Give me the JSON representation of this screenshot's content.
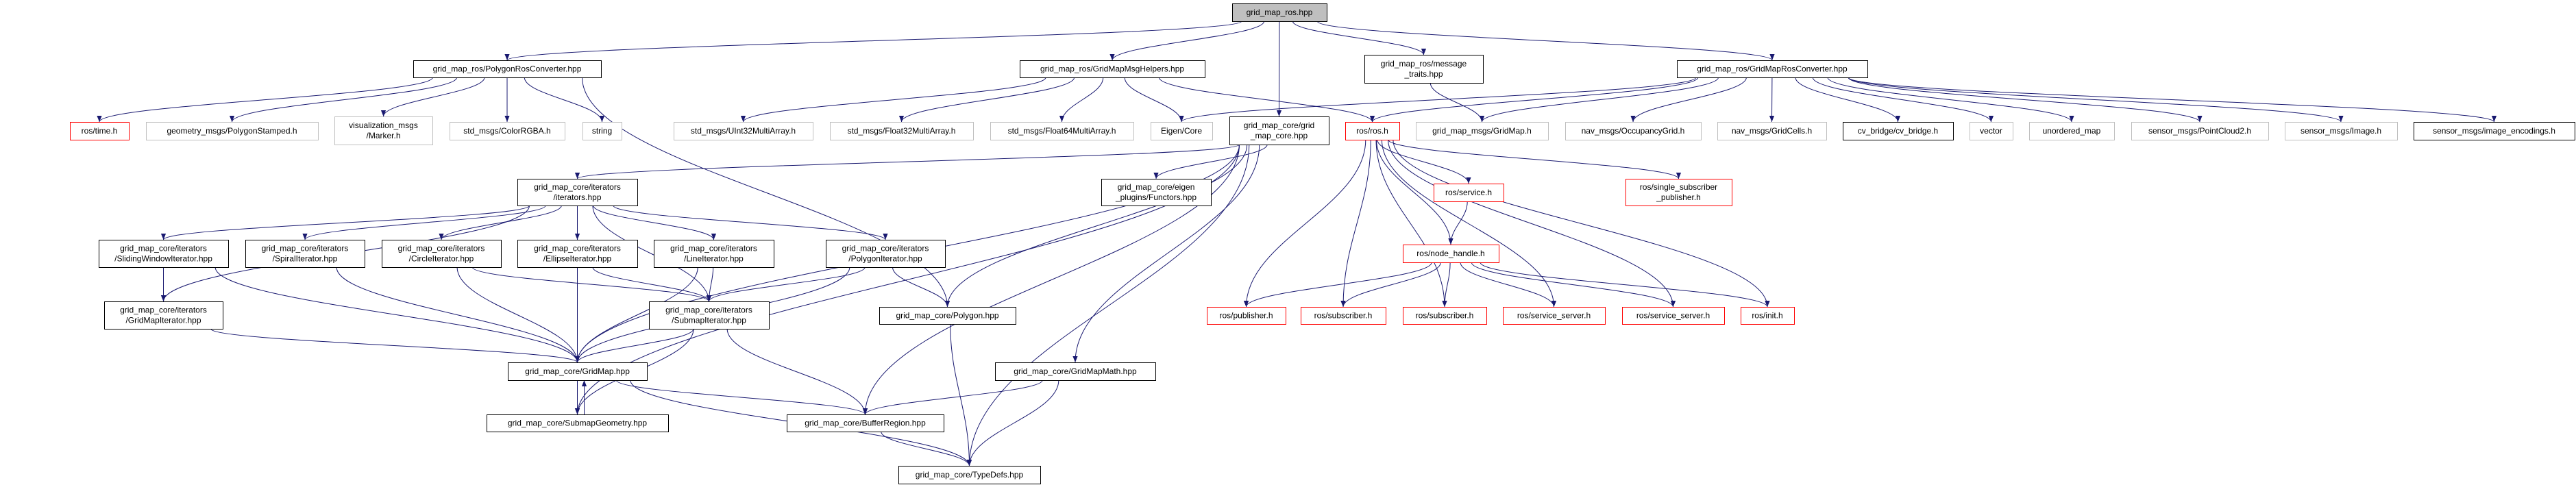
{
  "colors": {
    "edge": "#191970",
    "root_fill": "#bfbfbf",
    "external_border": "#bfbfbf",
    "undocumented_border": "#ff0000"
  },
  "nodes": [
    {
      "id": "root",
      "kind": "root",
      "label": [
        "grid_map_ros.hpp"
      ]
    },
    {
      "id": "prc",
      "kind": "doc",
      "label": [
        "grid_map_ros/PolygonRosConverter.hpp"
      ]
    },
    {
      "id": "gmh",
      "kind": "doc",
      "label": [
        "grid_map_ros/GridMapMsgHelpers.hpp"
      ]
    },
    {
      "id": "mt",
      "kind": "doc",
      "label": [
        "grid_map_ros/message",
        "_traits.hpp"
      ]
    },
    {
      "id": "grc",
      "kind": "doc",
      "label": [
        "grid_map_ros/GridMapRosConverter.hpp"
      ]
    },
    {
      "id": "time",
      "kind": "red",
      "label": [
        "ros/time.h"
      ]
    },
    {
      "id": "pstamped",
      "kind": "ext",
      "label": [
        "geometry_msgs/PolygonStamped.h"
      ]
    },
    {
      "id": "marker",
      "kind": "ext",
      "label": [
        "visualization_msgs",
        "/Marker.h"
      ]
    },
    {
      "id": "rgba",
      "kind": "ext",
      "label": [
        "std_msgs/ColorRGBA.h"
      ]
    },
    {
      "id": "string",
      "kind": "ext",
      "label": [
        "string"
      ]
    },
    {
      "id": "u32",
      "kind": "ext",
      "label": [
        "std_msgs/UInt32MultiArray.h"
      ]
    },
    {
      "id": "f32",
      "kind": "ext",
      "label": [
        "std_msgs/Float32MultiArray.h"
      ]
    },
    {
      "id": "f64",
      "kind": "ext",
      "label": [
        "std_msgs/Float64MultiArray.h"
      ]
    },
    {
      "id": "eigen",
      "kind": "ext",
      "label": [
        "Eigen/Core"
      ]
    },
    {
      "id": "gmc",
      "kind": "doc",
      "label": [
        "grid_map_core/grid",
        "_map_core.hpp"
      ]
    },
    {
      "id": "ros",
      "kind": "red",
      "label": [
        "ros/ros.h"
      ]
    },
    {
      "id": "gmmsg",
      "kind": "ext",
      "label": [
        "grid_map_msgs/GridMap.h"
      ]
    },
    {
      "id": "occ",
      "kind": "ext",
      "label": [
        "nav_msgs/OccupancyGrid.h"
      ]
    },
    {
      "id": "cells",
      "kind": "ext",
      "label": [
        "nav_msgs/GridCells.h"
      ]
    },
    {
      "id": "cvb",
      "kind": "doc",
      "label": [
        "cv_bridge/cv_bridge.h"
      ]
    },
    {
      "id": "vector",
      "kind": "ext",
      "label": [
        "vector"
      ]
    },
    {
      "id": "umap",
      "kind": "ext",
      "label": [
        "unordered_map"
      ]
    },
    {
      "id": "pc2",
      "kind": "ext",
      "label": [
        "sensor_msgs/PointCloud2.h"
      ]
    },
    {
      "id": "img",
      "kind": "ext",
      "label": [
        "sensor_msgs/Image.h"
      ]
    },
    {
      "id": "enc",
      "kind": "doc",
      "label": [
        "sensor_msgs/image_encodings.h"
      ]
    },
    {
      "id": "iters",
      "kind": "doc",
      "label": [
        "grid_map_core/iterators",
        "/iterators.hpp"
      ]
    },
    {
      "id": "functors",
      "kind": "doc",
      "label": [
        "grid_map_core/eigen",
        "_plugins/Functors.hpp"
      ]
    },
    {
      "id": "service",
      "kind": "red",
      "label": [
        "ros/service.h"
      ]
    },
    {
      "id": "ssp",
      "kind": "red",
      "label": [
        "ros/single_subscriber",
        "_publisher.h"
      ]
    },
    {
      "id": "swi",
      "kind": "doc",
      "label": [
        "grid_map_core/iterators",
        "/SlidingWindowIterator.hpp"
      ]
    },
    {
      "id": "spi",
      "kind": "doc",
      "label": [
        "grid_map_core/iterators",
        "/SpiralIterator.hpp"
      ]
    },
    {
      "id": "ci",
      "kind": "doc",
      "label": [
        "grid_map_core/iterators",
        "/CircleIterator.hpp"
      ]
    },
    {
      "id": "ei",
      "kind": "doc",
      "label": [
        "grid_map_core/iterators",
        "/EllipseIterator.hpp"
      ]
    },
    {
      "id": "li",
      "kind": "doc",
      "label": [
        "grid_map_core/iterators",
        "/LineIterator.hpp"
      ]
    },
    {
      "id": "pi",
      "kind": "doc",
      "label": [
        "grid_map_core/iterators",
        "/PolygonIterator.hpp"
      ]
    },
    {
      "id": "nh",
      "kind": "red",
      "label": [
        "ros/node_handle.h"
      ]
    },
    {
      "id": "gmi",
      "kind": "doc",
      "label": [
        "grid_map_core/iterators",
        "/GridMapIterator.hpp"
      ]
    },
    {
      "id": "si",
      "kind": "doc",
      "label": [
        "grid_map_core/iterators",
        "/SubmapIterator.hpp"
      ]
    },
    {
      "id": "poly",
      "kind": "doc",
      "label": [
        "grid_map_core/Polygon.hpp"
      ]
    },
    {
      "id": "pub",
      "kind": "red",
      "label": [
        "ros/publisher.h"
      ]
    },
    {
      "id": "sub1",
      "kind": "red",
      "label": [
        "ros/subscriber.h"
      ]
    },
    {
      "id": "sub2",
      "kind": "red",
      "label": [
        "ros/subscriber.h"
      ]
    },
    {
      "id": "ss1",
      "kind": "red",
      "label": [
        "ros/service_server.h"
      ]
    },
    {
      "id": "ss2",
      "kind": "red",
      "label": [
        "ros/service_server.h"
      ]
    },
    {
      "id": "init",
      "kind": "red",
      "label": [
        "ros/init.h"
      ]
    },
    {
      "id": "gm",
      "kind": "doc",
      "label": [
        "grid_map_core/GridMap.hpp"
      ]
    },
    {
      "id": "gmm",
      "kind": "doc",
      "label": [
        "grid_map_core/GridMapMath.hpp"
      ]
    },
    {
      "id": "sg",
      "kind": "doc",
      "label": [
        "grid_map_core/SubmapGeometry.hpp"
      ]
    },
    {
      "id": "br",
      "kind": "doc",
      "label": [
        "grid_map_core/BufferRegion.hpp"
      ]
    },
    {
      "id": "td",
      "kind": "doc",
      "label": [
        "grid_map_core/TypeDefs.hpp"
      ]
    }
  ],
  "edges": [
    [
      "root",
      "prc"
    ],
    [
      "root",
      "gmh"
    ],
    [
      "root",
      "gmc"
    ],
    [
      "root",
      "mt"
    ],
    [
      "root",
      "grc"
    ],
    [
      "prc",
      "time"
    ],
    [
      "prc",
      "pstamped"
    ],
    [
      "prc",
      "marker"
    ],
    [
      "prc",
      "rgba"
    ],
    [
      "prc",
      "string"
    ],
    [
      "prc",
      "poly"
    ],
    [
      "gmh",
      "u32"
    ],
    [
      "gmh",
      "f32"
    ],
    [
      "gmh",
      "f64"
    ],
    [
      "gmh",
      "eigen"
    ],
    [
      "gmh",
      "ros"
    ],
    [
      "mt",
      "gmmsg"
    ],
    [
      "grc",
      "eigen"
    ],
    [
      "grc",
      "ros"
    ],
    [
      "grc",
      "gmmsg"
    ],
    [
      "grc",
      "occ"
    ],
    [
      "grc",
      "cells"
    ],
    [
      "grc",
      "cvb"
    ],
    [
      "grc",
      "vector"
    ],
    [
      "grc",
      "umap"
    ],
    [
      "grc",
      "pc2"
    ],
    [
      "grc",
      "img"
    ],
    [
      "grc",
      "enc"
    ],
    [
      "gmc",
      "iters"
    ],
    [
      "gmc",
      "functors"
    ],
    [
      "gmc",
      "poly"
    ],
    [
      "gmc",
      "gm"
    ],
    [
      "gmc",
      "sg"
    ],
    [
      "gmc",
      "br"
    ],
    [
      "gmc",
      "gmm"
    ],
    [
      "gmc",
      "td"
    ],
    [
      "iters",
      "swi"
    ],
    [
      "iters",
      "spi"
    ],
    [
      "iters",
      "ci"
    ],
    [
      "iters",
      "ei"
    ],
    [
      "iters",
      "li"
    ],
    [
      "iters",
      "pi"
    ],
    [
      "iters",
      "gmi"
    ],
    [
      "iters",
      "si"
    ],
    [
      "swi",
      "gmi"
    ],
    [
      "swi",
      "gm"
    ],
    [
      "spi",
      "gm"
    ],
    [
      "ci",
      "gm"
    ],
    [
      "ci",
      "si"
    ],
    [
      "ei",
      "gm"
    ],
    [
      "ei",
      "si"
    ],
    [
      "li",
      "gm"
    ],
    [
      "li",
      "si"
    ],
    [
      "pi",
      "si"
    ],
    [
      "pi",
      "gm"
    ],
    [
      "pi",
      "poly"
    ],
    [
      "gmi",
      "gm"
    ],
    [
      "si",
      "gm"
    ],
    [
      "si",
      "sg"
    ],
    [
      "si",
      "br"
    ],
    [
      "poly",
      "td"
    ],
    [
      "gm",
      "sg"
    ],
    [
      "gm",
      "br"
    ],
    [
      "gm",
      "td"
    ],
    [
      "sg",
      "gm"
    ],
    [
      "gmm",
      "br"
    ],
    [
      "gmm",
      "td"
    ],
    [
      "br",
      "td"
    ],
    [
      "ros",
      "pub"
    ],
    [
      "ros",
      "sub1"
    ],
    [
      "ros",
      "sub2"
    ],
    [
      "ros",
      "service"
    ],
    [
      "ros",
      "nh"
    ],
    [
      "ros",
      "ss1"
    ],
    [
      "ros",
      "ss2"
    ],
    [
      "ros",
      "ssp"
    ],
    [
      "ros",
      "init"
    ],
    [
      "service",
      "nh"
    ],
    [
      "nh",
      "pub"
    ],
    [
      "nh",
      "sub1"
    ],
    [
      "nh",
      "sub2"
    ],
    [
      "nh",
      "ss1"
    ],
    [
      "nh",
      "ss2"
    ],
    [
      "nh",
      "init"
    ]
  ]
}
